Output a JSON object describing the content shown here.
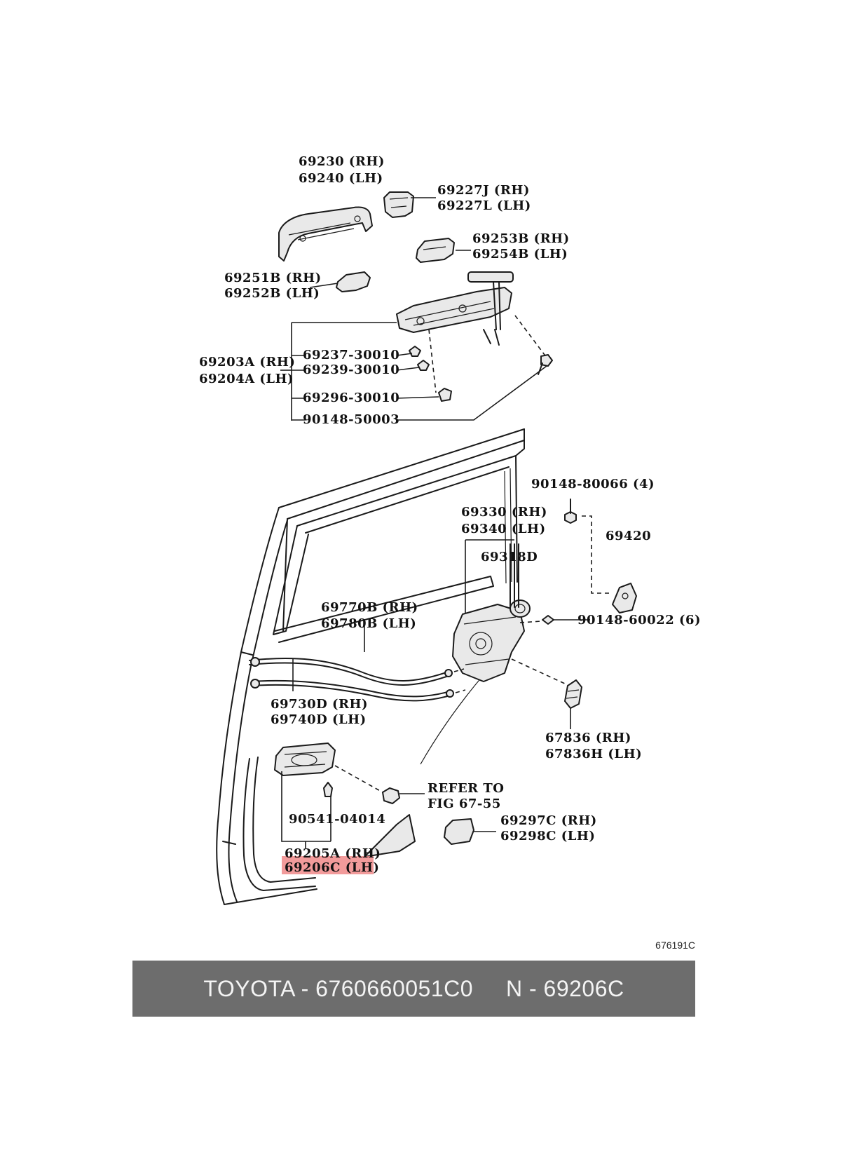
{
  "labels": {
    "outer_handle_rh": "69230 (RH)",
    "outer_handle_lh": "69240 (LH)",
    "handle_cap_rh": "69227J (RH)",
    "handle_cap_lh": "69227L (LH)",
    "pad_rear_rh": "69253B (RH)",
    "pad_rear_lh": "69254B (LH)",
    "pad_front_rh": "69251B (RH)",
    "pad_front_lh": "69252B (LH)",
    "frame_rh": "69203A (RH)",
    "frame_lh": "69204A (LH)",
    "part_69237": "69237-30010",
    "part_69239": "69239-30010",
    "part_69296": "69296-30010",
    "part_90148_50003": "90148-50003",
    "screw_80066": "90148-80066 (4)",
    "lock_rh": "69330 (RH)",
    "lock_lh": "69340 (LH)",
    "part_69318d": "69318D",
    "striker": "69420",
    "cable_rh": "69770B (RH)",
    "cable_lh": "69780B (LH)",
    "screw_60022": "90148-60022 (6)",
    "rod_rh": "69730D (RH)",
    "rod_lh": "69740D (LH)",
    "boot_rh": "67836 (RH)",
    "boot_lh": "67836H (LH)",
    "refer_line1": "REFER TO",
    "refer_line2": "FIG 67-55",
    "part_90541": "90541-04014",
    "cover_rh": "69297C (RH)",
    "cover_lh": "69298C (LH)",
    "inner_handle_rh": "69205A (RH)",
    "inner_handle_lh": "69206C (LH)"
  },
  "highlight_color": "#f08a8a",
  "figure_id": "676191C",
  "footer": {
    "brand": "TOYOTA",
    "separator1": " - ",
    "code": "6760660051C0",
    "gap": "     ",
    "prefix": "N",
    "separator2": " - ",
    "part_number": "69206C"
  }
}
